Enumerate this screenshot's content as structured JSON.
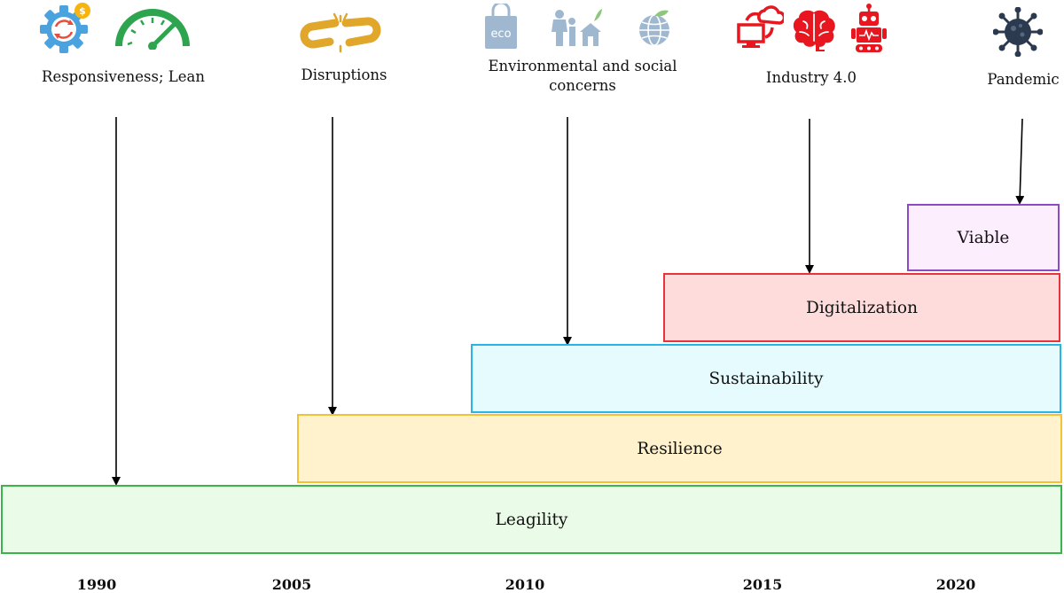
{
  "drivers": [
    {
      "label": "Responsiveness; Lean",
      "icons": [
        "gear-dollar-icon",
        "speedometer-icon"
      ]
    },
    {
      "label": "Disruptions",
      "icons": [
        "broken-chain-icon"
      ]
    },
    {
      "label": "Environmental and social concerns",
      "icons": [
        "eco-bag-icon",
        "family-home-icon",
        "green-globe-icon"
      ]
    },
    {
      "label": "Industry 4.0",
      "icons": [
        "cloud-computer-icon",
        "brain-icon",
        "robot-icon"
      ]
    },
    {
      "label": "Pandemic",
      "icons": [
        "virus-icon"
      ]
    }
  ],
  "layers": {
    "leagility": "Leagility",
    "resilience": "Resilience",
    "sustainability": "Sustainability",
    "digitalization": "Digitalization",
    "viable": "Viable"
  },
  "years": [
    "1990",
    "2005",
    "2010",
    "2015",
    "2020"
  ],
  "colors": {
    "leagility": {
      "fill": "#eafbe7",
      "border": "#3bb54a"
    },
    "resilience": {
      "fill": "#fff2cc",
      "border": "#f2c233"
    },
    "sustainability": {
      "fill": "#e5fbfd",
      "border": "#29b4e6"
    },
    "digitalization": {
      "fill": "#ffdcdc",
      "border": "#e8323c"
    },
    "viable": {
      "fill": "#fdeefe",
      "border": "#8c4bc4"
    }
  }
}
